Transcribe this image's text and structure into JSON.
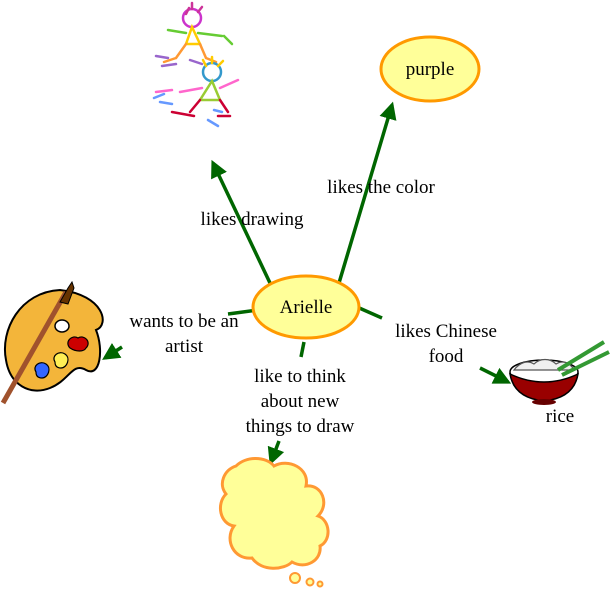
{
  "diagram": {
    "center": "Arielle",
    "branches": [
      {
        "relation": "likes drawing",
        "target": "stick-figure drawings (picture)"
      },
      {
        "relation": "likes the color",
        "target": "purple"
      },
      {
        "relation": "wants to be an artist",
        "target": "paint palette (picture)"
      },
      {
        "relation": "like to think about new things to draw",
        "target": "thought bubble (picture)"
      },
      {
        "relation": "likes Chinese food",
        "target": "rice"
      }
    ],
    "labels": {
      "center": "Arielle",
      "purple": "purple",
      "rice": "rice",
      "likes_drawing": "likes drawing",
      "likes_color": "likes the color",
      "wants_artist": "wants to be an\nartist",
      "think_draw": "like to think\nabout new\nthings to draw",
      "chinese_food": "likes Chinese\nfood"
    }
  },
  "colors": {
    "bubble_fill": "#ffff99",
    "bubble_stroke": "#ff9900",
    "arrow": "#006600",
    "thought_stroke": "#ff9933"
  },
  "icons": [
    "stick-figures-icon",
    "paint-palette-icon",
    "thought-bubble-icon",
    "rice-bowl-icon"
  ]
}
